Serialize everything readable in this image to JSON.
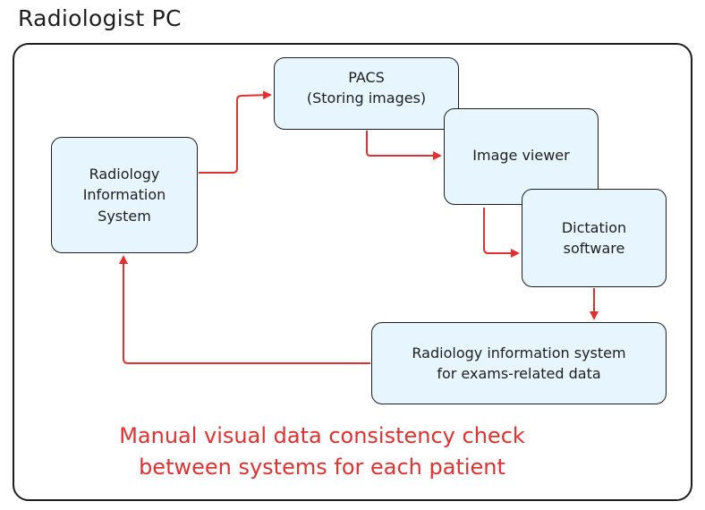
{
  "title": "Radiologist PC",
  "boxes": {
    "ris": "Radiology\nInformation\nSystem",
    "pacs": "PACS\n(Storing images)",
    "viewer": "Image viewer",
    "dictation": "Dictation\nsoftware",
    "ris_exams": "Radiology information system\nfor exams-related data"
  },
  "note": "Manual visual data consistency check\nbetween systems for each patient",
  "colors": {
    "box_fill": "#e7f5ff",
    "arrow": "#e03131",
    "stroke": "#1e1e1e",
    "note": "#e03131"
  }
}
